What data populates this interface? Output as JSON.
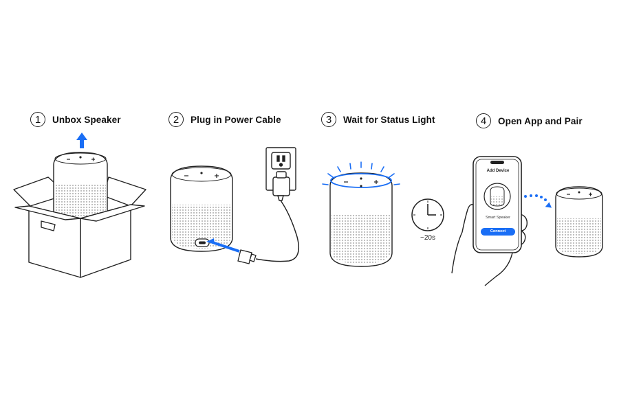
{
  "steps": [
    {
      "number": "1",
      "title": "Unbox Speaker"
    },
    {
      "number": "2",
      "title": "Plug in Power Cable"
    },
    {
      "number": "3",
      "title": "Wait for Status Light"
    },
    {
      "number": "4",
      "title": "Open App and Pair"
    }
  ],
  "timer": {
    "label": "~20s"
  },
  "phone": {
    "title": "Add Device",
    "device_name": "Smart Speaker",
    "connect_label": "Connect"
  },
  "colors": {
    "accent": "#1a6ef5",
    "line": "#222222"
  }
}
